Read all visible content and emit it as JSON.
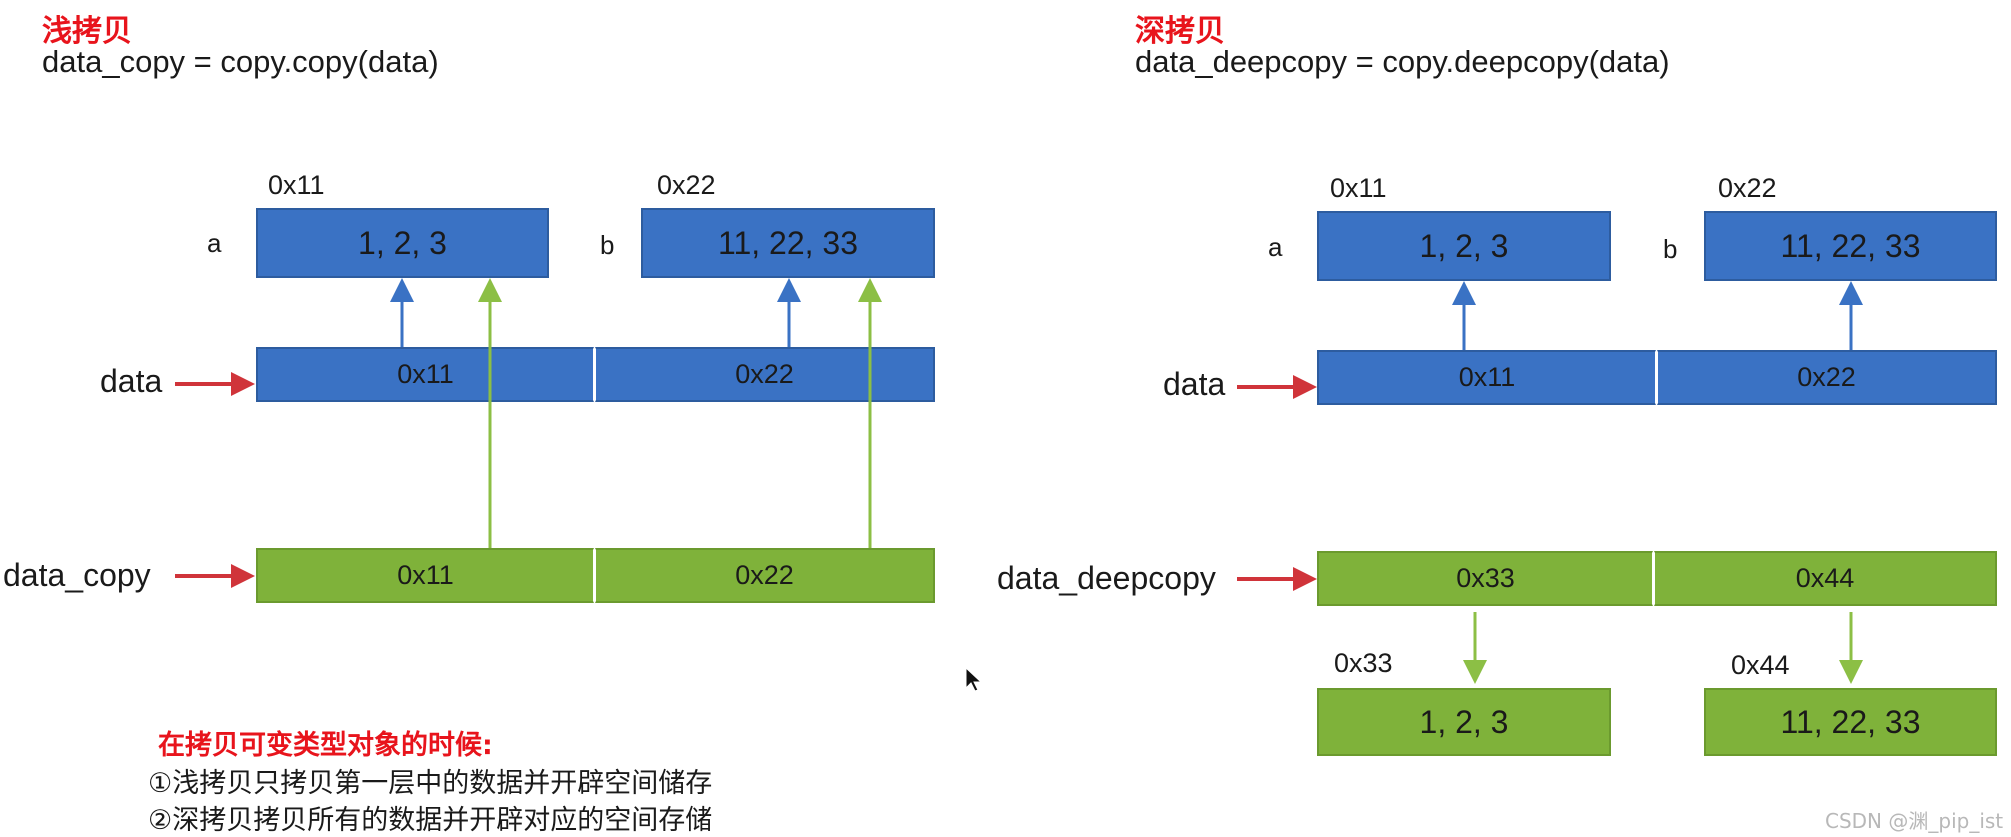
{
  "left": {
    "title": "浅拷贝",
    "code": "data_copy = copy.copy(data)",
    "a_label": "a",
    "b_label": "b",
    "a_addr": "0x11",
    "b_addr": "0x22",
    "a_value": "1, 2, 3",
    "b_value": "11, 22, 33",
    "data_label": "data",
    "data_cells": [
      "0x11",
      "0x22"
    ],
    "copy_label": "data_copy",
    "copy_cells": [
      "0x11",
      "0x22"
    ]
  },
  "right": {
    "title": "深拷贝",
    "code": "data_deepcopy = copy.deepcopy(data)",
    "a_label": "a",
    "b_label": "b",
    "a_addr": "0x11",
    "b_addr": "0x22",
    "a_value": "1, 2, 3",
    "b_value": "11, 22, 33",
    "data_label": "data",
    "data_cells": [
      "0x11",
      "0x22"
    ],
    "copy_label": "data_deepcopy",
    "copy_cells": [
      "0x33",
      "0x44"
    ],
    "new_a_addr": "0x33",
    "new_b_addr": "0x44",
    "new_a_value": "1, 2, 3",
    "new_b_value": "11, 22, 33"
  },
  "note": {
    "title": "在拷贝可变类型对象的时候:",
    "line1": "①浅拷贝只拷贝第一层中的数据并开辟空间储存",
    "line2": "②深拷贝拷贝所有的数据并开辟对应的空间存储"
  },
  "watermark": "CSDN @渊_pip_ist",
  "colors": {
    "blue": "#3a72c4",
    "green": "#7fb23a",
    "red_arrow": "#d0343a",
    "title_red": "#e8141c"
  }
}
